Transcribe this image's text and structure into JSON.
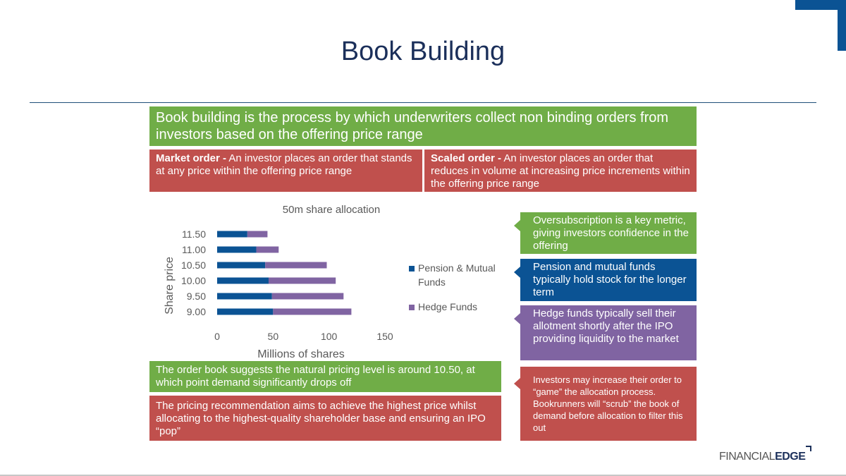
{
  "slide": {
    "title": "Book Building",
    "intro": "Book building is the process by which underwriters collect non binding orders from investors based on the offering price range"
  },
  "definitions": {
    "market": {
      "term": "Market order -",
      "text": " An investor places an order that stands at any price within the offering price range"
    },
    "scaled": {
      "term": "Scaled order -",
      "text": " An investor places an order that reduces in volume at increasing price increments within the offering price range"
    }
  },
  "notes": {
    "order_book": "The order book suggests the natural pricing level is around 10.50, at which point demand significantly drops off",
    "pricing": "The pricing recommendation aims to achieve the highest price whilst allocating to the highest-quality shareholder base and ensuring an IPO “pop”"
  },
  "callouts": {
    "oversubscription": "Oversubscription is a key metric, giving investors confidence in the offering",
    "pension": "Pension and mutual funds typically hold stock for the longer term",
    "hedge": "Hedge funds typically sell their allotment shortly after the IPO providing liquidity to the market",
    "gaming": "Investors may increase their order to “game” the allocation process. Bookrunners will “scrub” the book of demand before allocation to filter this out"
  },
  "logo": {
    "part1": "FINANCIAL",
    "part2": "EDGE"
  },
  "colors": {
    "green": "#70ad47",
    "red": "#c0504d",
    "blue": "#0b5394",
    "purple": "#8064a2",
    "navy": "#1b2f5a"
  },
  "chart_data": {
    "type": "bar",
    "orientation": "horizontal",
    "stacked": true,
    "title": "50m share allocation",
    "xlabel": "Millions of shares",
    "ylabel": "Share price",
    "categories": [
      "11.50",
      "11.00",
      "10.50",
      "10.00",
      "9.50",
      "9.00"
    ],
    "series": [
      {
        "name": "Pension & Mutual Funds",
        "color": "#0b5394",
        "values": [
          27,
          35,
          43,
          46,
          49,
          50
        ]
      },
      {
        "name": "Hedge Funds",
        "color": "#8064a2",
        "values": [
          18,
          20,
          55,
          60,
          64,
          70
        ]
      }
    ],
    "xlim": [
      0,
      150
    ],
    "xticks": [
      0,
      50,
      100,
      150
    ],
    "grid": false,
    "legend": "right"
  }
}
